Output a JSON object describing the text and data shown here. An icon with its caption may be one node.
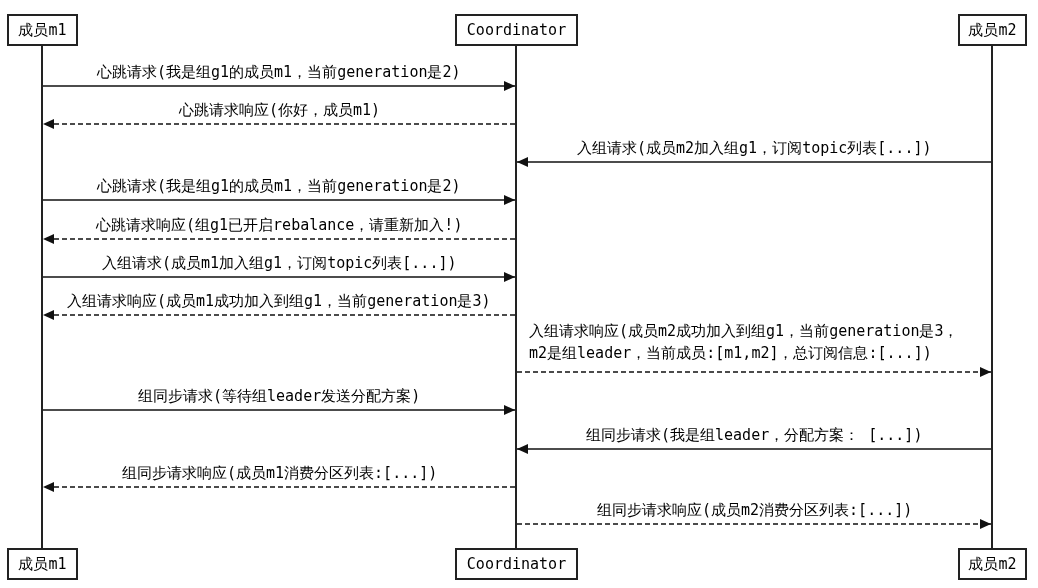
{
  "diagram": {
    "nodes": [
      {
        "text": [
          "成员m1"
        ]
      },
      {
        "text": [
          "Coordinator"
        ]
      },
      {
        "text": [
          "成员m2"
        ]
      },
      {
        "text": [],
        "shape": "line"
      },
      {
        "text": [],
        "shape": "line"
      },
      {
        "text": [],
        "shape": "line"
      },
      {
        "text": [
          "成员m1"
        ]
      },
      {
        "text": [
          "Coordinator"
        ]
      },
      {
        "text": [
          "成员m2"
        ]
      }
    ],
    "edges": [
      {
        "from": 3,
        "to": 4,
        "arrow": "to",
        "label": "心跳请求(我是组g1的成员m1，当前generation是2)"
      },
      {
        "from": 4,
        "to": 3,
        "arrow": "to",
        "style": "dashed",
        "label": "心跳请求响应(你好，成员m1)"
      },
      {
        "from": 5,
        "to": 4,
        "arrow": "to",
        "label": "入组请求(成员m2加入组g1，订阅topic列表[...])"
      },
      {
        "from": 3,
        "to": 4,
        "arrow": "to",
        "label": "心跳请求(我是组g1的成员m1，当前generation是2)"
      },
      {
        "from": 4,
        "to": 3,
        "arrow": "to",
        "style": "dashed",
        "label": "心跳请求响应(组g1已开启rebalance，请重新加入!)"
      },
      {
        "from": 3,
        "to": 4,
        "arrow": "to",
        "label": "入组请求(成员m1加入组g1，订阅topic列表[...])"
      },
      {
        "from": 4,
        "to": 3,
        "arrow": "to",
        "style": "dashed",
        "label": "入组请求响应(成员m1成功加入到组g1，当前generation是3)"
      },
      {
        "from": 4,
        "to": 5,
        "arrow": "to",
        "style": "dashed",
        "label": "入组请求响应(成员m2成功加入到组g1，当前generation是3，m2是组leader，当前成员:[m1,m2]，总订阅信息:[...])"
      },
      {
        "from": 3,
        "to": 4,
        "arrow": "to",
        "label": "组同步请求(等待组leader发送分配方案)"
      },
      {
        "from": 5,
        "to": 4,
        "arrow": "to",
        "label": "组同步请求(我是组leader，分配方案： [...])"
      },
      {
        "from": 4,
        "to": 3,
        "arrow": "to",
        "style": "dashed",
        "label": "组同步请求响应(成员m1消费分区列表:[...])"
      },
      {
        "from": 4,
        "to": 5,
        "arrow": "to",
        "style": "dashed",
        "label": "组同步请求响应(成员m2消费分区列表:[...])"
      }
    ]
  }
}
